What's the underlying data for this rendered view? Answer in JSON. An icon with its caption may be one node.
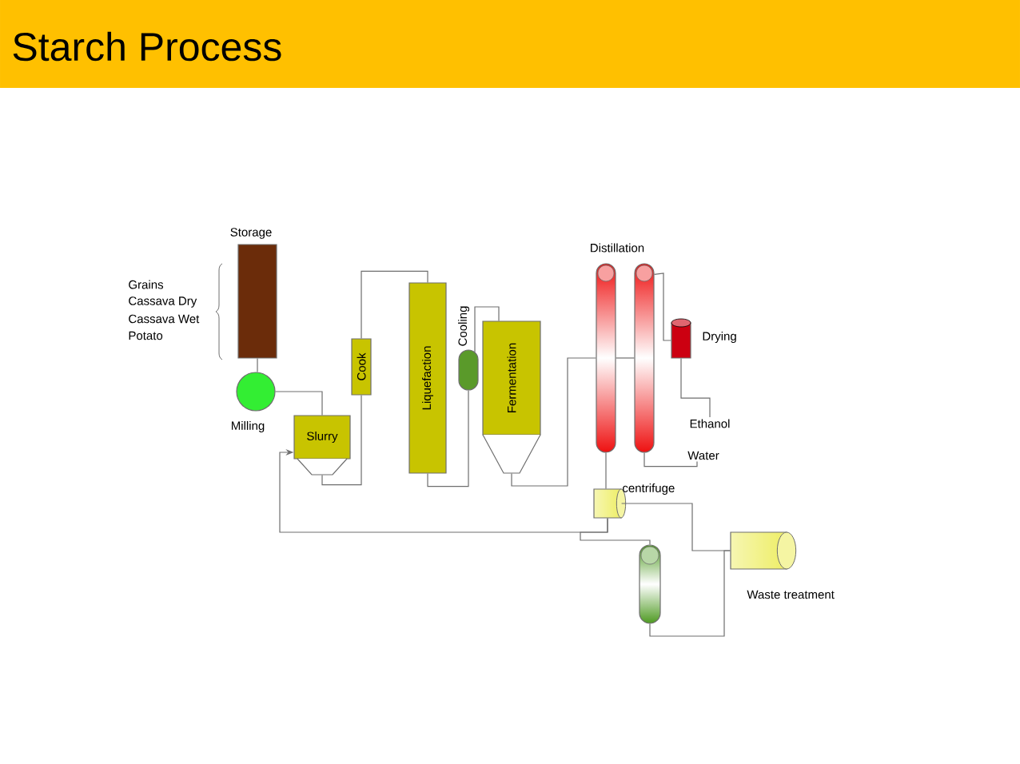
{
  "diagram": {
    "title": "Starch Process",
    "nodes": [
      {
        "text": [
          "Storage"
        ]
      },
      {
        "text": [
          "Milling"
        ]
      },
      {
        "text": [
          "Slurry"
        ]
      },
      {
        "text": [
          "Cook"
        ]
      },
      {
        "text": [
          "Liquefaction"
        ]
      },
      {
        "text": [
          "Cooling"
        ]
      },
      {
        "text": [
          "Fermentation"
        ]
      },
      {
        "text": [
          "Distillation"
        ]
      },
      {
        "text": [],
        "shape": "cylinder"
      },
      {
        "text": [
          "Drying"
        ]
      },
      {
        "text": [
          "Ethanol"
        ]
      },
      {
        "text": [
          "Water"
        ]
      },
      {
        "text": [
          "centrifuge"
        ]
      },
      {
        "text": [],
        "shape": "cylinder"
      },
      {
        "text": [
          "Waste treatment"
        ]
      }
    ],
    "edges": [
      {
        "from": 0,
        "to": 1,
        "arrow": "none"
      },
      {
        "from": 1,
        "to": 2,
        "arrow": "none"
      },
      {
        "from": 2,
        "to": 3,
        "arrow": "none"
      },
      {
        "from": 3,
        "to": 4,
        "arrow": "none"
      },
      {
        "from": 4,
        "to": 5,
        "arrow": "none"
      },
      {
        "from": 5,
        "to": 6,
        "arrow": "none"
      },
      {
        "from": 6,
        "to": 7,
        "arrow": "none"
      },
      {
        "from": 7,
        "to": 8,
        "arrow": "none"
      },
      {
        "from": 8,
        "to": 9,
        "arrow": "none"
      },
      {
        "from": 9,
        "to": 10,
        "arrow": "none"
      },
      {
        "from": 8,
        "to": 11,
        "arrow": "none"
      },
      {
        "from": 7,
        "to": 12,
        "arrow": "none"
      },
      {
        "from": 12,
        "to": 14,
        "arrow": "none"
      },
      {
        "from": 12,
        "to": 2,
        "arrow": "to"
      },
      {
        "from": 12,
        "to": 13,
        "arrow": "none"
      },
      {
        "from": 13,
        "to": 14,
        "arrow": "none"
      }
    ],
    "labels": [
      "Grains",
      "Cassava Dry",
      "Cassava Wet",
      "Potato"
    ]
  }
}
